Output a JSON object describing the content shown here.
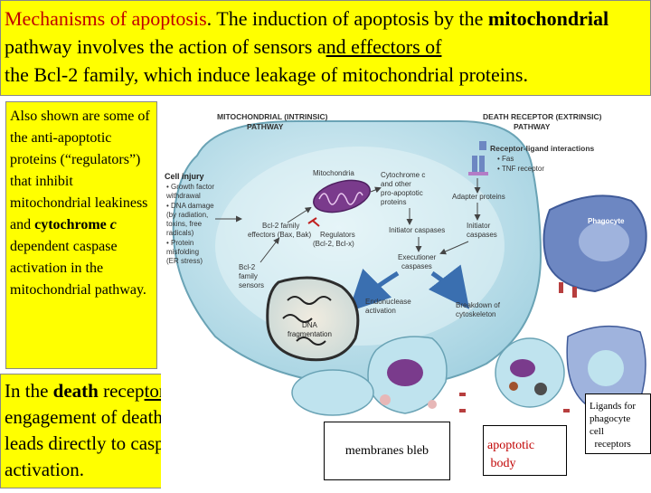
{
  "title": {
    "heading": "Mechanisms of apoptosis",
    "lead": ". The induction of apoptosis by the ",
    "bold_term": "mitochondrial",
    "rest1": " pathway involves the action of sensors a",
    "underlined": "nd effectors of ",
    "rest2": "the Bcl-2 family, which induce leakage of mitochondrial proteins."
  },
  "left_text": {
    "p1": "Also shown are some of the anti-apoptotic proteins (“regulators”) that inhibit mitochondrial leakiness and ",
    "bold": "cytochrome ",
    "italic": "c",
    "p2": " dependent caspase activation in the mitochondrial pathway."
  },
  "bottom_text": {
    "p1": " In the ",
    "bold": "death",
    "p2": " recep",
    "underlined": "tor pa",
    "p3": "thway engagement of death receptors leads directly to caspase activation."
  },
  "figure": {
    "mito_header": "MITOCHONDRIAL (INTRINSIC)",
    "mito_header2": "PATHWAY",
    "death_header": "DEATH RECEPTOR (EXTRINSIC)",
    "death_header2": "PATHWAY",
    "cell_injury": "Cell injury",
    "injury_items": [
      "• Growth factor",
      "  withdrawal",
      "• DNA damage",
      "  (by radiation,",
      "  toxins, free",
      "  radicals)",
      "• Protein",
      "  misfolding",
      "  (ER stress)"
    ],
    "mitochondria": "Mitochondria",
    "cytochrome": [
      "Cytochrome c",
      "and other",
      "pro-apoptotic",
      "proteins"
    ],
    "bcl2_effectors": [
      "Bcl-2 family",
      "effectors (Bax, Bak)"
    ],
    "regulators": [
      "Regulators",
      "(Bcl-2, Bcl-x)"
    ],
    "bcl2_sensors": [
      "Bcl-2",
      "family",
      "sensors"
    ],
    "receptor_ligand": "Receptor-ligand interactions",
    "receptor_items": [
      "• Fas",
      "• TNF receptor"
    ],
    "adapter": "Adapter proteins",
    "initiator_left": "Initiator caspases",
    "initiator_right": [
      "Initiator",
      "caspases"
    ],
    "executioner": [
      "Executioner",
      "caspases"
    ],
    "endonuclease": [
      "Endonuclease",
      "activation"
    ],
    "breakdown": [
      "Breakdown of",
      "cytoskeleton"
    ],
    "dna_frag": [
      "DNA",
      "fragmentation"
    ],
    "phagocyte": "Phagocyte"
  },
  "labels": {
    "bleb": "membranes bleb",
    "apoptotic": [
      "apoptotic",
      " body"
    ],
    "ligands": [
      "Ligands for",
      "phagocyte",
      "cell",
      "  receptors"
    ]
  },
  "colors": {
    "yellow": "#ffff00",
    "title_red": "#c00000",
    "cell_blue": "#bfe3ee",
    "mito_purple": "#7a3b8c",
    "phagocyte": "#6d87c2"
  }
}
